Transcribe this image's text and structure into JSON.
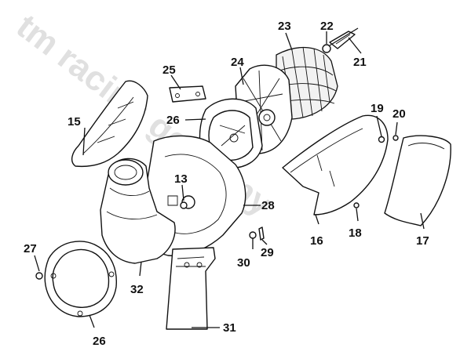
{
  "watermark": "tm racing germany",
  "callouts": {
    "c13": "13",
    "c15": "15",
    "c16": "16",
    "c17": "17",
    "c18": "18",
    "c19": "19",
    "c20": "20",
    "c21": "21",
    "c22": "22",
    "c23": "23",
    "c24": "24",
    "c25": "25",
    "c26a": "26",
    "c26b": "26",
    "c27": "27",
    "c28": "28",
    "c29": "29",
    "c30": "30",
    "c31": "31",
    "c32": "32"
  }
}
